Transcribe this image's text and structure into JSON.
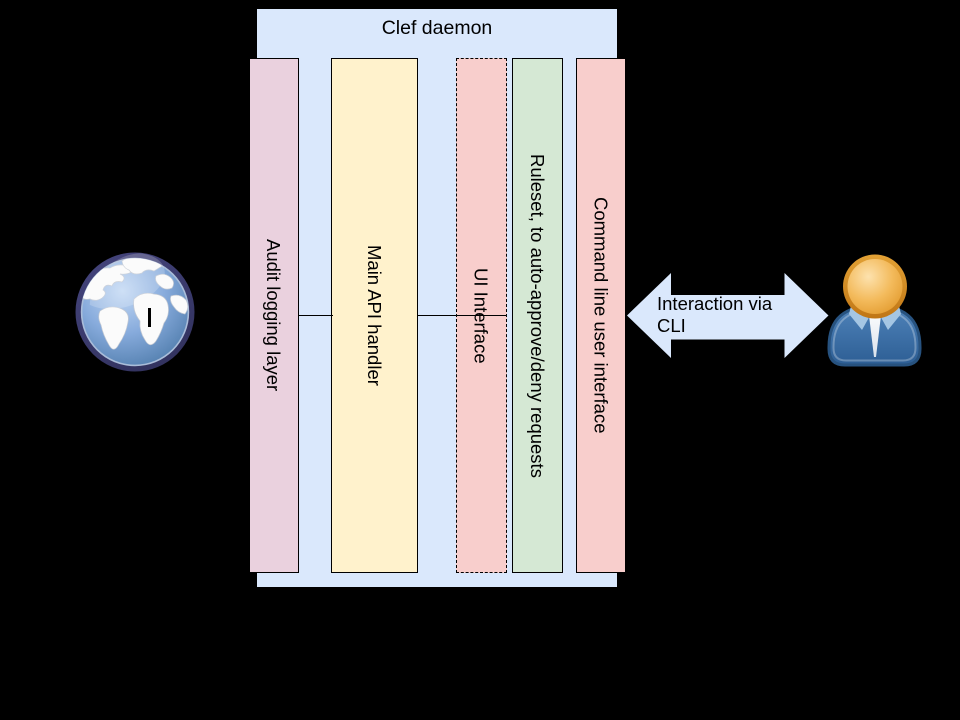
{
  "diagram": {
    "title": "Clef daemon",
    "lanes": [
      {
        "label": "Audit logging layer",
        "fill": "#ead1de",
        "border": "solid"
      },
      {
        "label": "Main API handler",
        "fill": "#fff2cc",
        "border": "solid"
      },
      {
        "label": "UI Interface",
        "fill": "#f8cecc",
        "border": "dashed"
      },
      {
        "label": "Ruleset, to auto-approve/deny requests",
        "fill": "#d5e8d4",
        "border": "solid"
      },
      {
        "label": "Command line user interface",
        "fill": "#f8cecc",
        "border": "solid"
      }
    ],
    "arrow": {
      "label": "Interaction via CLI",
      "fill": "#dae8fc",
      "direction": "double-headed-horizontal"
    },
    "container_fill": "#dae8fc",
    "background": "#000000",
    "icons": {
      "left": "globe-icon",
      "right": "user-icon"
    }
  }
}
